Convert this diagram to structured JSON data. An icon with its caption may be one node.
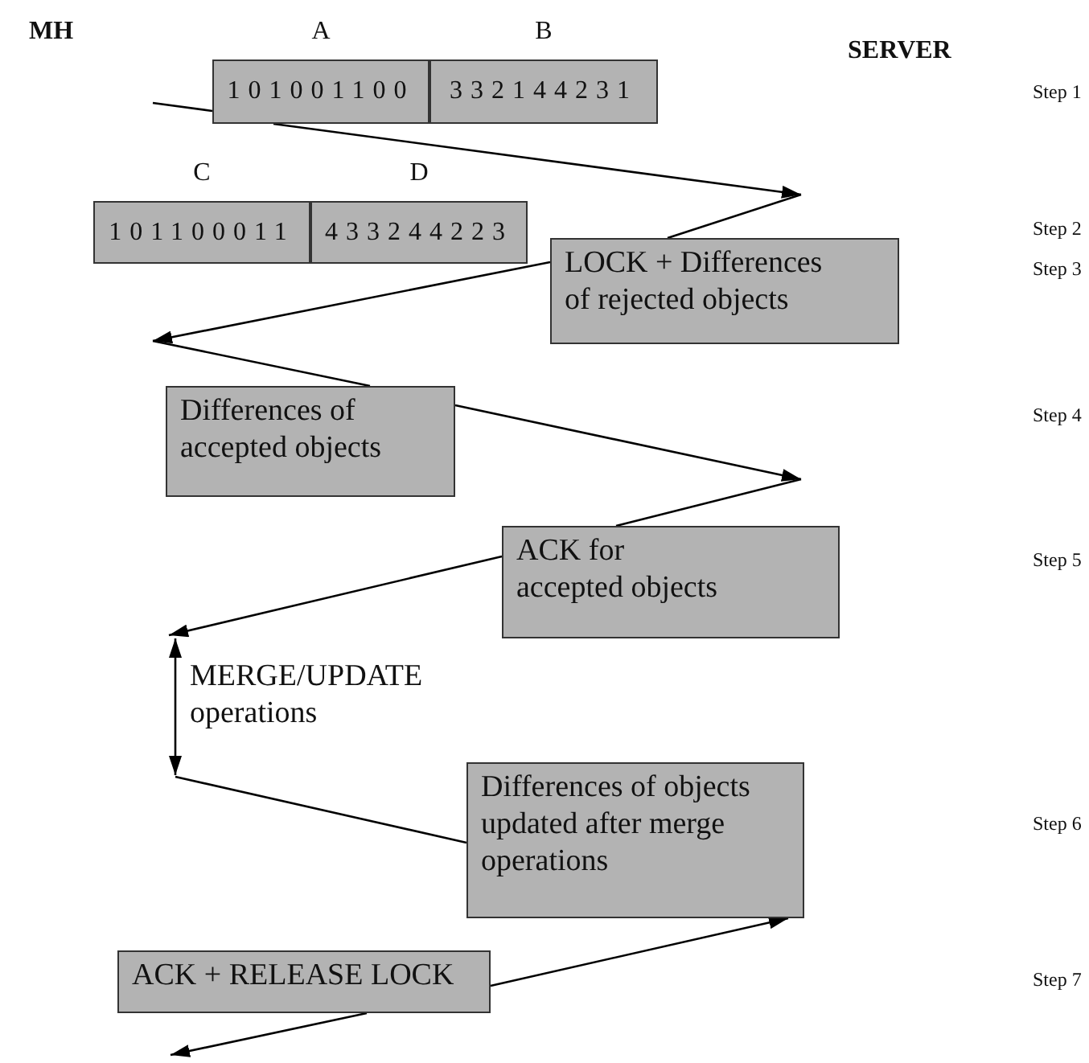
{
  "diagram": {
    "nodes": [
      {
        "text": [
          "A",
          "101001100"
        ]
      },
      {
        "text": [
          "B",
          "332144231"
        ]
      },
      {
        "text": [
          "C",
          "101100011"
        ]
      },
      {
        "text": [
          "D",
          "433244223"
        ]
      },
      {
        "text": [
          "LOCK + Differences of rejected objects"
        ]
      },
      {
        "text": [
          "Differences of accepted objects"
        ]
      },
      {
        "text": [
          "ACK for accepted objects"
        ]
      },
      {
        "text": [
          "Differences of objects updated after merge operations"
        ]
      },
      {
        "text": [
          "ACK + RELEASE LOCK"
        ]
      }
    ],
    "edges": [
      {
        "from": null,
        "to": 0,
        "arrow": "none"
      },
      {
        "from": 0,
        "to": null,
        "arrow": "to"
      },
      {
        "from": null,
        "to": 4,
        "arrow": "none"
      },
      {
        "from": 4,
        "to": null,
        "arrow": "to"
      },
      {
        "from": null,
        "to": 5,
        "arrow": "none"
      },
      {
        "from": 5,
        "to": null,
        "arrow": "to"
      },
      {
        "from": null,
        "to": 6,
        "arrow": "none"
      },
      {
        "from": 6,
        "to": null,
        "arrow": "to"
      },
      {
        "from": null,
        "to": 7,
        "arrow": "none"
      },
      {
        "from": 8,
        "to": 7,
        "arrow": "to"
      },
      {
        "from": 8,
        "to": null,
        "arrow": "to"
      }
    ],
    "labels": [
      "MH",
      "SERVER",
      "Step 1",
      "Step 2",
      "Step 3",
      "Step 4",
      "Step 5",
      "Step 6",
      "Step 7",
      "MERGE/UPDATE operations"
    ]
  }
}
